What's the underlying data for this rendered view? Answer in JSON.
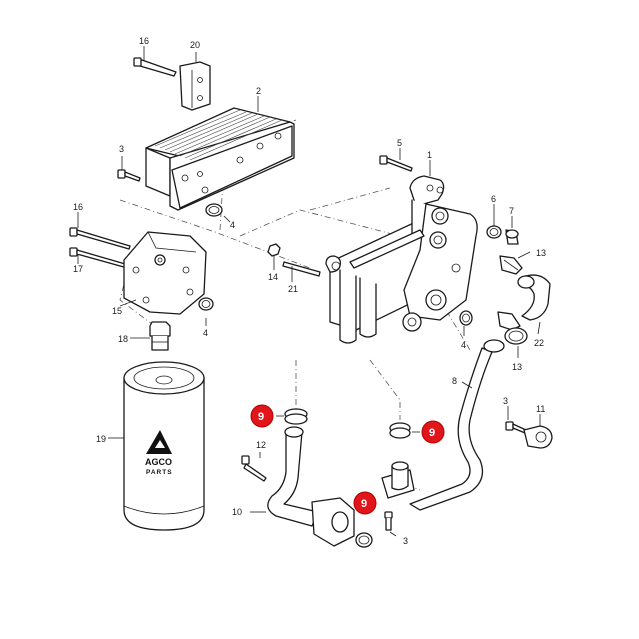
{
  "brand": {
    "logo_line1": "AGCO",
    "logo_line2": "PARTS"
  },
  "callouts": [
    "1",
    "2",
    "3",
    "4",
    "5",
    "6",
    "7",
    "8",
    "9",
    "10",
    "11",
    "12",
    "13",
    "14",
    "15",
    "16",
    "17",
    "18",
    "19",
    "20",
    "21",
    "22"
  ],
  "labels": {
    "p1": "1",
    "p2": "2",
    "p3a": "3",
    "p3b": "3",
    "p3c": "3",
    "p4a": "4",
    "p4b": "4",
    "p4c": "4",
    "p5": "5",
    "p6": "6",
    "p7": "7",
    "p8": "8",
    "p9a": "9",
    "p9b": "9",
    "p9c": "9",
    "p10": "10",
    "p11": "11",
    "p12": "12",
    "p13a": "13",
    "p13b": "13",
    "p14": "14",
    "p15": "15",
    "p16a": "16",
    "p16b": "16",
    "p17": "17",
    "p18": "18",
    "p19": "19",
    "p20": "20",
    "p21": "21",
    "p22": "22"
  },
  "highlight_color": "#e0161b"
}
